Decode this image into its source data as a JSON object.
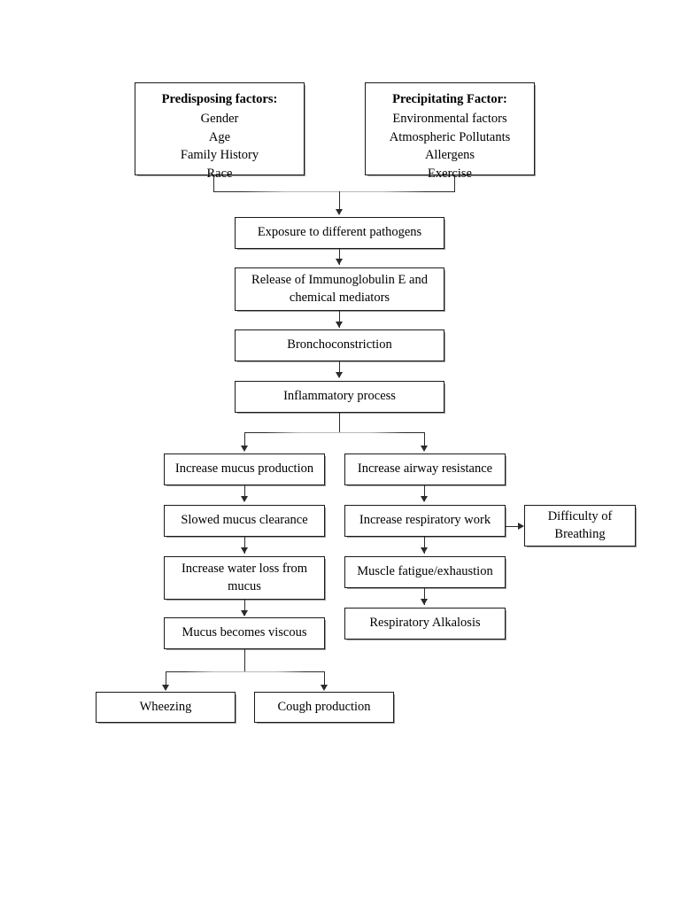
{
  "diagram": {
    "title": "Asthma pathophysiology flowchart",
    "type": "flowchart",
    "background_color": "#ffffff",
    "line_color": "#2b2b2b",
    "box_border_color": "#1a1a1a",
    "shadow_color": "#9a9a9a"
  },
  "nodes": {
    "predisposing": {
      "heading": "Predisposing factors:",
      "items": [
        "Gender",
        "Age",
        "Family History",
        "Race"
      ]
    },
    "precipitating": {
      "heading": "Precipitating Factor:",
      "items": [
        "Environmental factors",
        "Atmospheric Pollutants",
        "Allergens",
        "Exercise"
      ]
    },
    "exposure": "Exposure to different pathogens",
    "release": "Release of Immunoglobulin E and chemical mediators",
    "bronchoconstriction": "Bronchoconstriction",
    "inflammatory": "Inflammatory process",
    "increase_mucus": "Increase mucus production",
    "slowed_clearance": "Slowed mucus clearance",
    "water_loss": "Increase water loss from mucus",
    "viscous": "Mucus becomes viscous",
    "airway_resistance": "Increase airway resistance",
    "respiratory_work": "Increase respiratory work",
    "muscle_fatigue": "Muscle fatigue/exhaustion",
    "respiratory_alkalosis": "Respiratory Alkalosis",
    "difficulty": "Difficulty of Breathing",
    "wheezing": "Wheezing",
    "cough": "Cough production"
  },
  "edges": [
    {
      "from": "predisposing",
      "to": "exposure"
    },
    {
      "from": "precipitating",
      "to": "exposure"
    },
    {
      "from": "exposure",
      "to": "release"
    },
    {
      "from": "release",
      "to": "bronchoconstriction"
    },
    {
      "from": "bronchoconstriction",
      "to": "inflammatory"
    },
    {
      "from": "inflammatory",
      "to": "increase_mucus"
    },
    {
      "from": "inflammatory",
      "to": "airway_resistance"
    },
    {
      "from": "increase_mucus",
      "to": "slowed_clearance"
    },
    {
      "from": "slowed_clearance",
      "to": "water_loss"
    },
    {
      "from": "water_loss",
      "to": "viscous"
    },
    {
      "from": "viscous",
      "to": "wheezing"
    },
    {
      "from": "viscous",
      "to": "cough"
    },
    {
      "from": "airway_resistance",
      "to": "respiratory_work"
    },
    {
      "from": "respiratory_work",
      "to": "muscle_fatigue"
    },
    {
      "from": "respiratory_work",
      "to": "difficulty"
    },
    {
      "from": "muscle_fatigue",
      "to": "respiratory_alkalosis"
    }
  ]
}
